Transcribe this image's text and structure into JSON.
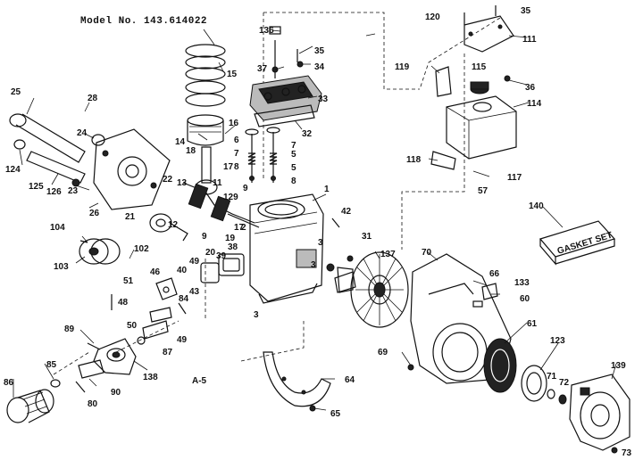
{
  "model_label": "Model No. 143.614022",
  "page_code": "A-5",
  "gasket_set_label": "GASKET SET",
  "colors": {
    "ink": "#111111",
    "paper": "#ffffff",
    "shade": "#bbbbbb"
  },
  "part_numbers": {
    "p1": "1",
    "p2": "2",
    "p3a": "3",
    "p3b": "3",
    "p3c": "3",
    "p5a": "5",
    "p5b": "5",
    "p6": "6",
    "p7a": "7",
    "p7b": "7",
    "p8a": "8",
    "p8b": "8",
    "p9a": "9",
    "p9b": "9",
    "p11": "11",
    "p12": "12",
    "p13": "13",
    "p14": "14",
    "p15": "15",
    "p16": "16",
    "p17a": "17",
    "p17b": "17",
    "p18": "18",
    "p19": "19",
    "p20": "20",
    "p21": "21",
    "p22": "22",
    "p23": "23",
    "p24": "24",
    "p25": "25",
    "p26": "26",
    "p28": "28",
    "p31": "31",
    "p32": "32",
    "p33": "33",
    "p34": "34",
    "p35a": "35",
    "p35b": "35",
    "p36": "36",
    "p37": "37",
    "p38": "38",
    "p39": "39",
    "p40": "40",
    "p42": "42",
    "p43": "43",
    "p46": "46",
    "p48": "48",
    "p49a": "49",
    "p49b": "49",
    "p50": "50",
    "p51": "51",
    "p57": "57",
    "p60": "60",
    "p61": "61",
    "p64": "64",
    "p65": "65",
    "p66": "66",
    "p69": "69",
    "p70": "70",
    "p71": "71",
    "p72": "72",
    "p73": "73",
    "p80": "80",
    "p84": "84",
    "p85": "85",
    "p86": "86",
    "p87": "87",
    "p89": "89",
    "p90": "90",
    "p102": "102",
    "p103": "103",
    "p104": "104",
    "p111": "111",
    "p114": "114",
    "p115": "115",
    "p117": "117",
    "p118": "118",
    "p119": "119",
    "p120": "120",
    "p123": "123",
    "p124": "124",
    "p125": "125",
    "p126": "126",
    "p129": "129",
    "p133": "133",
    "p136": "136",
    "p137": "137",
    "p138": "138",
    "p139": "139",
    "p140": "140"
  }
}
